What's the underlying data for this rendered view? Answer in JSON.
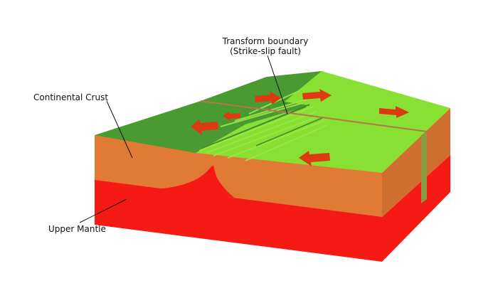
{
  "labels": {
    "transform_line1": "Transform boundary",
    "transform_line2": "(Strike-slip fault)",
    "continental_crust": "Continental Crust",
    "upper_mantle": "Upper Mantle"
  },
  "colors": {
    "dark_green": "#4a9a32",
    "light_green": "#88e033",
    "crust_orange": "#e07a35",
    "crust_orange_dark": "#c8692c",
    "mantle_red": "#f51a14",
    "arrow_red": "#dd3a12",
    "fault_line": "#b4784a"
  },
  "plate_motion_arrows": [
    {
      "plate": "left",
      "direction": "left"
    },
    {
      "plate": "left",
      "direction": "left"
    },
    {
      "plate": "left",
      "direction": "right"
    },
    {
      "plate": "right",
      "direction": "left"
    },
    {
      "plate": "right",
      "direction": "right"
    },
    {
      "plate": "right",
      "direction": "right"
    }
  ]
}
